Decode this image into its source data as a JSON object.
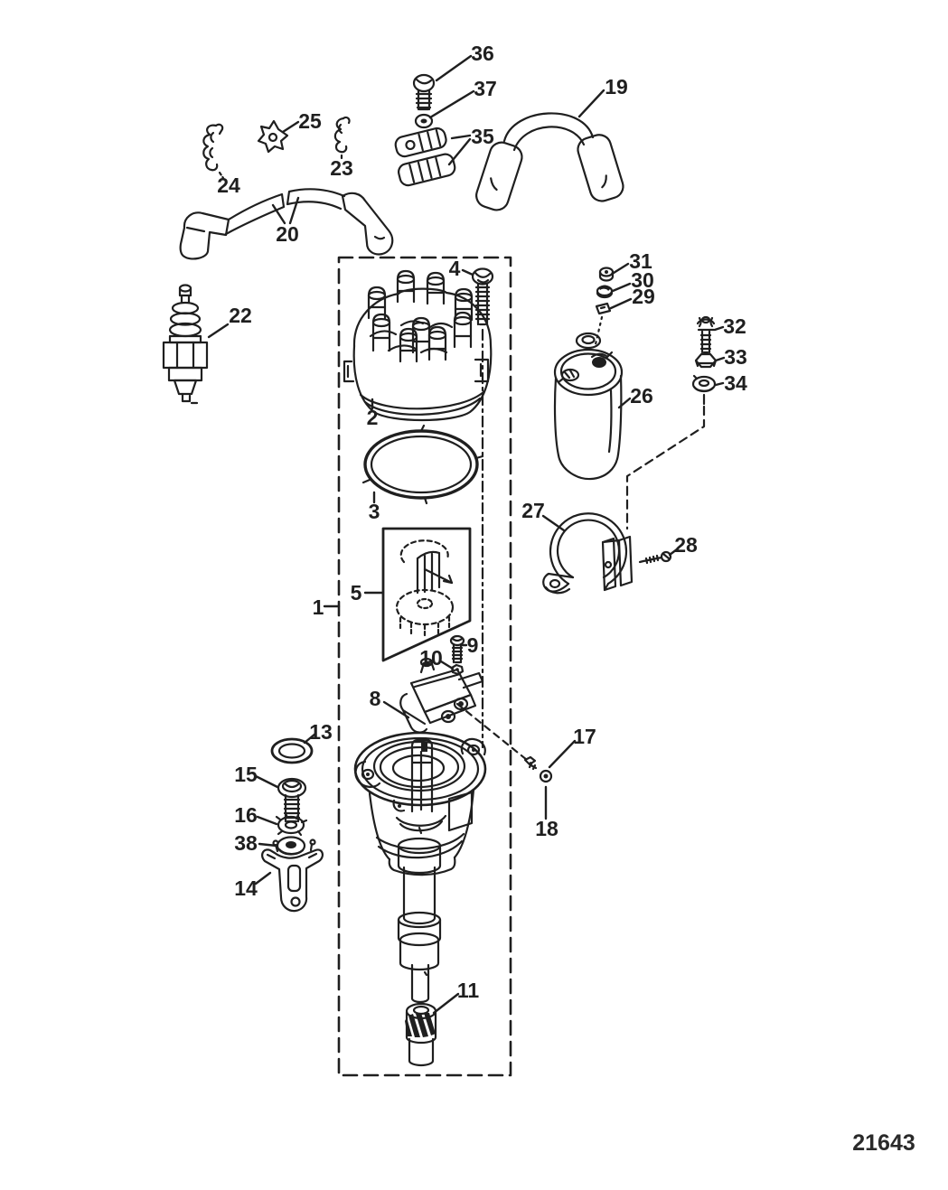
{
  "figure": {
    "drawing_number": "21643",
    "type": "exploded-parts-diagram",
    "colors": {
      "ink": "#1f1f1f",
      "background": "#ffffff"
    }
  },
  "callouts": {
    "p1": {
      "label": "1"
    },
    "p2": {
      "label": "2"
    },
    "p3": {
      "label": "3"
    },
    "p4": {
      "label": "4"
    },
    "p5": {
      "label": "5"
    },
    "p8": {
      "label": "8"
    },
    "p9": {
      "label": "9"
    },
    "p10": {
      "label": "10"
    },
    "p11": {
      "label": "11"
    },
    "p13": {
      "label": "13"
    },
    "p14": {
      "label": "14"
    },
    "p15": {
      "label": "15"
    },
    "p16": {
      "label": "16"
    },
    "p17": {
      "label": "17"
    },
    "p18": {
      "label": "18"
    },
    "p19": {
      "label": "19"
    },
    "p20": {
      "label": "20"
    },
    "p22": {
      "label": "22"
    },
    "p23": {
      "label": "23"
    },
    "p24": {
      "label": "24"
    },
    "p25": {
      "label": "25"
    },
    "p26": {
      "label": "26"
    },
    "p27": {
      "label": "27"
    },
    "p28": {
      "label": "28"
    },
    "p29": {
      "label": "29"
    },
    "p30": {
      "label": "30"
    },
    "p31": {
      "label": "31"
    },
    "p32": {
      "label": "32"
    },
    "p33": {
      "label": "33"
    },
    "p34": {
      "label": "34"
    },
    "p35": {
      "label": "35"
    },
    "p36": {
      "label": "36"
    },
    "p37": {
      "label": "37"
    },
    "p38": {
      "label": "38"
    }
  }
}
